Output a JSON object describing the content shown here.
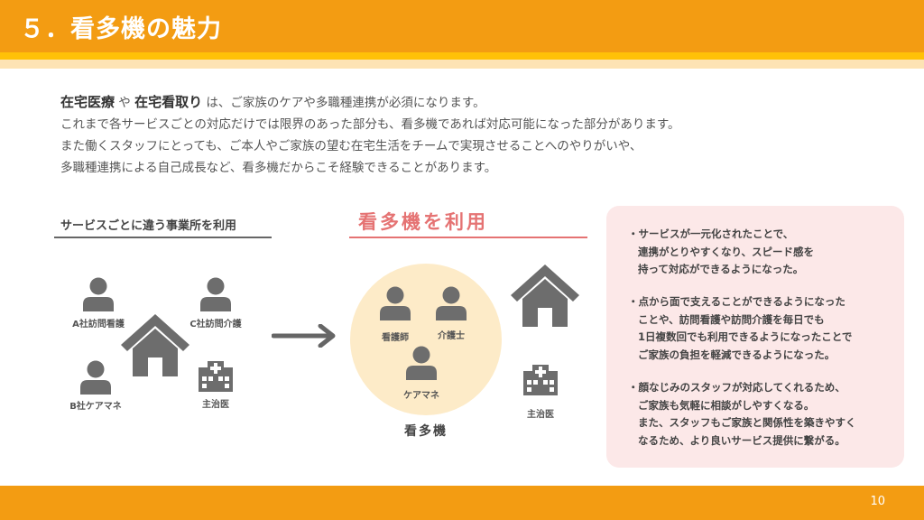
{
  "header": {
    "title": "５．看多機の魅力"
  },
  "intro": {
    "term1": "在宅医療",
    "conj": " や ",
    "term2": "在宅看取り",
    "line1_rest": " は、ご家族のケアや多職種連携が必須になります。",
    "line2": "これまで各サービスごとの対応だけでは限界のあった部分も、看多機であれば対応可能になった部分があります。",
    "line3": "また働くスタッフにとっても、ご本人やご家族の望む在宅生活をチームで実現させることへのやりがいや、",
    "line4": "多職種連携による自己成長など、看多機だからこそ経験できることがあります。"
  },
  "left": {
    "heading": "サービスごとに違う事業所を利用",
    "labels": [
      "A社訪問看護",
      "C社訪問介護",
      "B社ケアマネ",
      "主治医"
    ]
  },
  "middle": {
    "heading": "看多機を利用",
    "labels": [
      "看護師",
      "介護士",
      "ケアマネ"
    ],
    "circle_label": "看多機",
    "doctor_label": "主治医"
  },
  "benefits": [
    [
      "・サービスが一元化されたことで、",
      "連携がとりやすくなり、スピード感を",
      "持って対応ができるようになった。"
    ],
    [
      "・点から面で支えることができるようになった",
      "ことや、訪問看護や訪問介護を毎日でも",
      "1日複数回でも利用できるようになったことで",
      "ご家族の負担を軽減できるようになった。"
    ],
    [
      "・顔なじみのスタッフが対応してくれるため、",
      "ご家族も気軽に相談がしやすくなる。",
      "また、スタッフもご家族と関係性を築きやすく",
      "なるため、より良いサービス提供に繋がる。"
    ]
  ],
  "footer": {
    "page": "10"
  },
  "colors": {
    "accent": "#f39c12",
    "band": "#ffc107",
    "pink": "#e57373",
    "icon": "#6d6d6d"
  }
}
